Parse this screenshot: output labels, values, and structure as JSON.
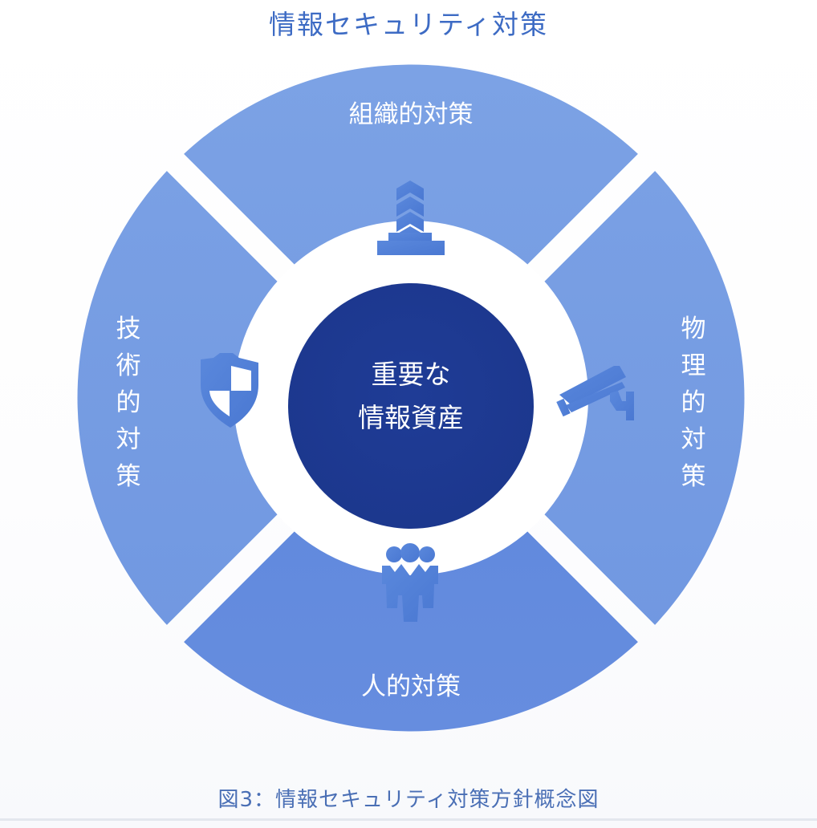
{
  "title": "情報セキュリティ対策",
  "caption": "図3：情報セキュリティ対策方針概念図",
  "center": {
    "line1": "重要な",
    "line2": "情報資産",
    "color": "#1f3a93"
  },
  "segments": [
    {
      "id": "organizational",
      "label": "組織的対策",
      "position": "top",
      "orientation": "horizontal",
      "icon": "building-tower-icon",
      "color": "#7aa0e4"
    },
    {
      "id": "physical",
      "label": "物理的対策",
      "chars": [
        "物",
        "理",
        "的",
        "対",
        "策"
      ],
      "position": "right",
      "orientation": "vertical",
      "icon": "security-camera-icon",
      "color": "#7a9fe3"
    },
    {
      "id": "human",
      "label": "人的対策",
      "position": "bottom",
      "orientation": "horizontal",
      "icon": "people-group-icon",
      "color": "#6189dd"
    },
    {
      "id": "technical",
      "label": "技術的対策",
      "chars": [
        "技",
        "術",
        "的",
        "対",
        "策"
      ],
      "position": "left",
      "orientation": "vertical",
      "icon": "shield-icon",
      "color": "#759de3"
    }
  ],
  "colors": {
    "title": "#3d6bc4",
    "caption": "#4a6fb5",
    "icon": "#4f7ed6",
    "ring_light": "#7aa0e4",
    "ring_bottom": "#6189dd",
    "center": "#1f3a93"
  }
}
